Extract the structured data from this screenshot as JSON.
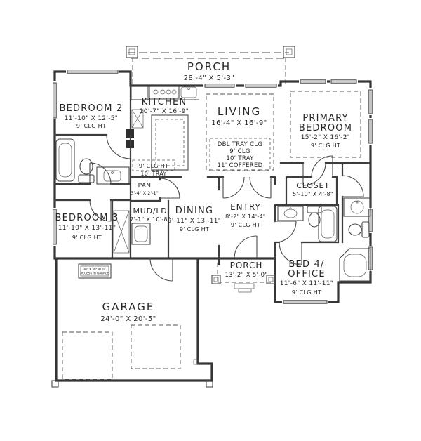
{
  "drawing_type": "residential floor plan",
  "colors": {
    "ink": "#353535",
    "background": "#ffffff"
  },
  "rooms": {
    "porch_top": {
      "name": "PORCH",
      "dim": "28'-4\" X 5'-3\""
    },
    "bedroom2": {
      "name": "BEDROOM 2",
      "dim": "11'-10\" X 12'-5\"",
      "clg": "9' CLG HT"
    },
    "kitchen": {
      "name": "KITCHEN",
      "dim": "10'-7\" X 16'-9\"",
      "note1": "9' CLG HT",
      "note2": "10' TRAY"
    },
    "living": {
      "name": "LIVING",
      "dim": "16'-4\" X 16'-9\"",
      "note1": "DBL TRAY CLG",
      "note2": "9' CLG",
      "note3": "10' TRAY",
      "note4": "11' COFFERED"
    },
    "primary": {
      "name1": "PRIMARY",
      "name2": "BEDROOM",
      "dim": "15'-2\" X 16'-2\"",
      "clg": "9' CLG HT"
    },
    "pantry": {
      "name": "PAN",
      "dim": "3'-4\" X 2'-1\""
    },
    "bedroom3": {
      "name": "BEDROOM 3",
      "dim": "11'-10\" X 13'-11\"",
      "clg": "9' CLG HT"
    },
    "mud": {
      "name": "MUD/LD",
      "dim": "7'-1\" X 10'-8\""
    },
    "dining": {
      "name": "DINING",
      "dim": "9'-11\" X 13'-11\"",
      "clg": "9' CLG HT"
    },
    "entry": {
      "name": "ENTRY",
      "dim": "8'-2\" X 14'-4\"",
      "clg": "9' CLG HT"
    },
    "closet": {
      "name": "CLOSET",
      "dim": "5'-10\" X 4'-8\""
    },
    "bed4": {
      "name1": "BED 4/",
      "name2": "OFFICE",
      "dim": "11'-6\" X 11'-11\"",
      "clg": "9' CLG HT"
    },
    "porch_bottom": {
      "name": "PORCH",
      "dim": "13'-2\" X 5'-0\""
    },
    "garage": {
      "name": "GARAGE",
      "dim": "24'-0\" X 20'-5\"",
      "attic_note1": "30\" X 30\" ATTIC",
      "attic_note2": "ACCESS IN GARAGE"
    }
  }
}
